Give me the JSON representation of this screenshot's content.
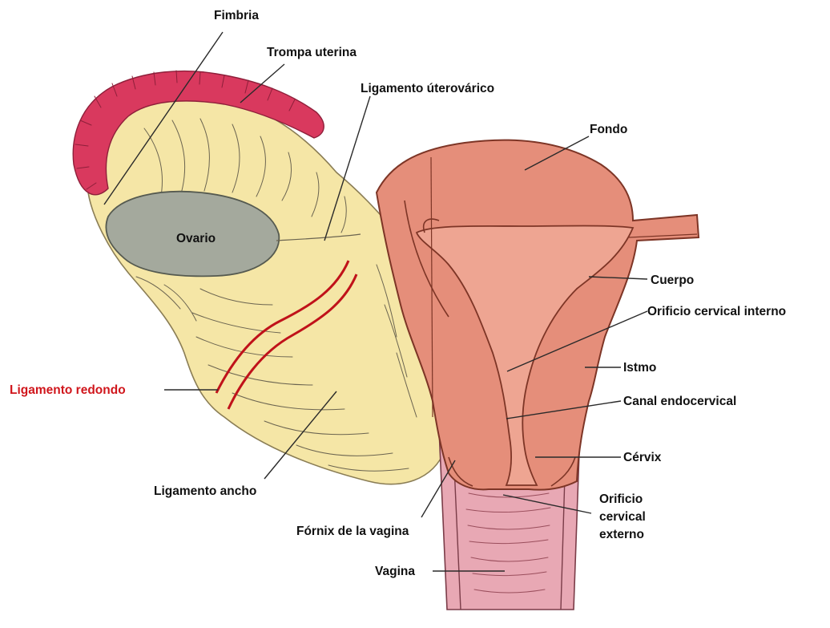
{
  "colors": {
    "ligament": "#f5e6a6",
    "ligament_line": "#5a5440",
    "tube": "#d9395e",
    "ovary": "#a4a99d",
    "uterus": "#e58e7a",
    "uterus_light": "#eea592",
    "vagina": "#e8a8b4",
    "red_highlight": "#d0161c"
  },
  "labels": {
    "fimbria": "Fimbria",
    "trompa": "Trompa uterina",
    "ligamento_uteroovarico": "Ligamento úterovárico",
    "fondo": "Fondo",
    "ovario": "Ovario",
    "cuerpo": "Cuerpo",
    "orificio_interno": "Orificio cervical interno",
    "istmo": "Istmo",
    "ligamento_redondo": "Ligamento redondo",
    "canal_endocervical": "Canal endocervical",
    "cervix": "Cérvix",
    "ligamento_ancho": "Ligamento ancho",
    "orificio_externo_1": "Orificio",
    "orificio_externo_2": "cervical",
    "orificio_externo_3": "externo",
    "fornix": "Fórnix de la vagina",
    "vagina": "Vagina"
  }
}
